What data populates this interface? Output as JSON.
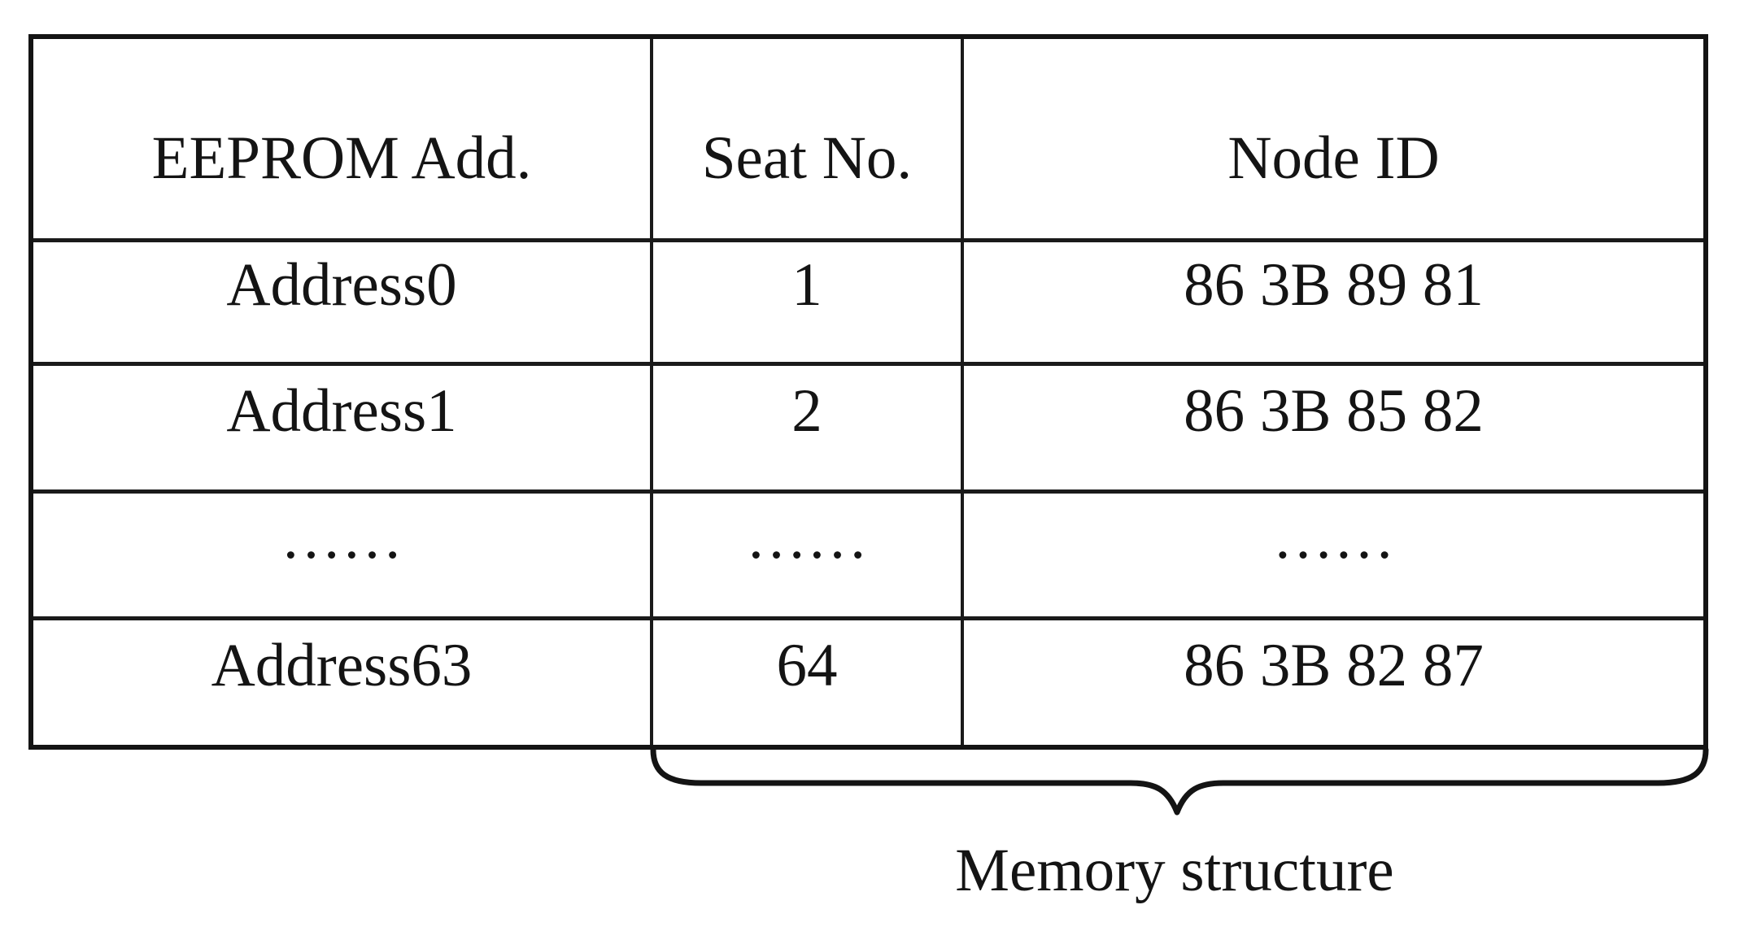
{
  "figure": {
    "colors": {
      "ink": "#141414",
      "background": "#ffffff"
    },
    "table": {
      "headers": {
        "eeprom": "EEPROM Add.",
        "seat": "Seat No.",
        "node": "Node ID"
      },
      "rows": [
        {
          "eeprom": "Address0",
          "seat": "1",
          "node": "86 3B 89 81"
        },
        {
          "eeprom": "Address1",
          "seat": "2",
          "node": "86 3B 85 82"
        },
        {
          "eeprom": "……",
          "seat": "……",
          "node": "……"
        },
        {
          "eeprom": "Address63",
          "seat": "64",
          "node": "86 3B 82 87"
        }
      ]
    },
    "annotation": {
      "brace_icon": "under-curly-brace",
      "label": "Memory structure"
    }
  }
}
